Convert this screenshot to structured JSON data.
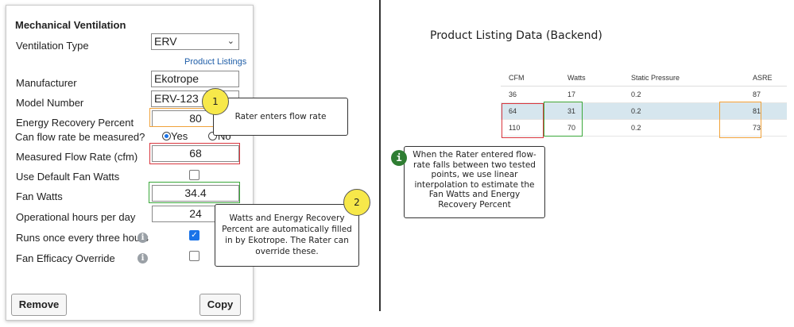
{
  "form": {
    "title": "Mechanical Ventilation",
    "ventilation_type": {
      "label": "Ventilation Type",
      "value": "ERV"
    },
    "product_listings_link": "Product Listings",
    "manufacturer": {
      "label": "Manufacturer",
      "value": "Ekotrope"
    },
    "model_number": {
      "label": "Model Number",
      "value": "ERV-123"
    },
    "energy_recovery": {
      "label": "Energy Recovery Percent",
      "value": "80"
    },
    "flow_measurable": {
      "label": "Can flow rate be measured?",
      "yes": "Yes",
      "no": "No",
      "selected": "Yes"
    },
    "measured_flow": {
      "label": "Measured Flow Rate (cfm)",
      "value": "68"
    },
    "default_fan_watts": {
      "label": "Use Default Fan Watts",
      "checked": false
    },
    "fan_watts": {
      "label": "Fan Watts",
      "value": "34.4"
    },
    "operational_hours": {
      "label": "Operational hours per day",
      "value": "24"
    },
    "runs_once": {
      "label": "Runs once every three hours",
      "checked": true
    },
    "fan_efficacy_override": {
      "label": "Fan Efficacy Override",
      "checked": false
    },
    "remove_button": "Remove",
    "copy_button": "Copy"
  },
  "callouts": {
    "step1": {
      "number": "1",
      "text": "Rater enters flow rate"
    },
    "step2": {
      "number": "2",
      "text": "Watts and Energy Recovery Percent are automatically filled in by Ekotrope. The Rater can override these."
    },
    "info": {
      "icon": "i",
      "text": "When the Rater entered flow-rate falls between two tested points, we use linear interpolation to estimate the Fan Watts and Energy Recovery Percent"
    }
  },
  "backend": {
    "title": "Product Listing Data (Backend)",
    "columns": [
      "CFM",
      "Watts",
      "Static Pressure",
      "ASRE"
    ],
    "rows": [
      [
        "36",
        "17",
        "0.2",
        "87"
      ],
      [
        "64",
        "31",
        "0.2",
        "81"
      ],
      [
        "110",
        "70",
        "0.2",
        "73"
      ]
    ]
  },
  "colors": {
    "orange": "#f0a23a",
    "red": "#d9363e",
    "green": "#3aa83a",
    "badge_yellow": "#f7e84a",
    "info_green": "#2e7d32",
    "highlight_row": "#d6e6ee",
    "link_blue": "#1f5ea8"
  }
}
